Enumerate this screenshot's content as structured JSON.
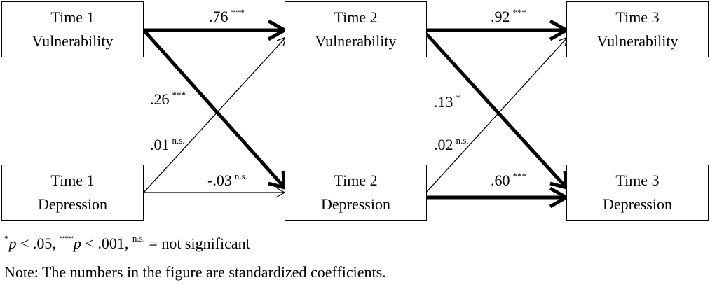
{
  "nodes": {
    "t1_vuln": {
      "line1": "Time 1",
      "line2": "Vulnerability"
    },
    "t2_vuln": {
      "line1": "Time 2",
      "line2": "Vulnerability"
    },
    "t3_vuln": {
      "line1": "Time 3",
      "line2": "Vulnerability"
    },
    "t1_dep": {
      "line1": "Time 1",
      "line2": "Depression"
    },
    "t2_dep": {
      "line1": "Time 2",
      "line2": "Depression"
    },
    "t3_dep": {
      "line1": "Time 3",
      "line2": "Depression"
    }
  },
  "paths": {
    "v1_v2": {
      "value": ".76",
      "sig": "***"
    },
    "v2_v3": {
      "value": ".92",
      "sig": "***"
    },
    "v1_d2": {
      "value": ".26",
      "sig": "***"
    },
    "d1_v2": {
      "value": ".01",
      "sig": "n.s."
    },
    "d1_d2": {
      "value": "-.03",
      "sig": "n.s."
    },
    "v2_d3": {
      "value": ".13",
      "sig": "*"
    },
    "d2_v3": {
      "value": ".02",
      "sig": "n.s."
    },
    "d2_d3": {
      "value": ".60",
      "sig": "***"
    }
  },
  "legend": {
    "star1": "*",
    "p1": "p",
    "lt1": " < .05, ",
    "star3": "***",
    "p3": "p",
    "lt3": " < .001, ",
    "ns": "n.s.",
    "ns_text": " = not significant"
  },
  "note": "Note: The numbers in the figure are standardized coefficients."
}
